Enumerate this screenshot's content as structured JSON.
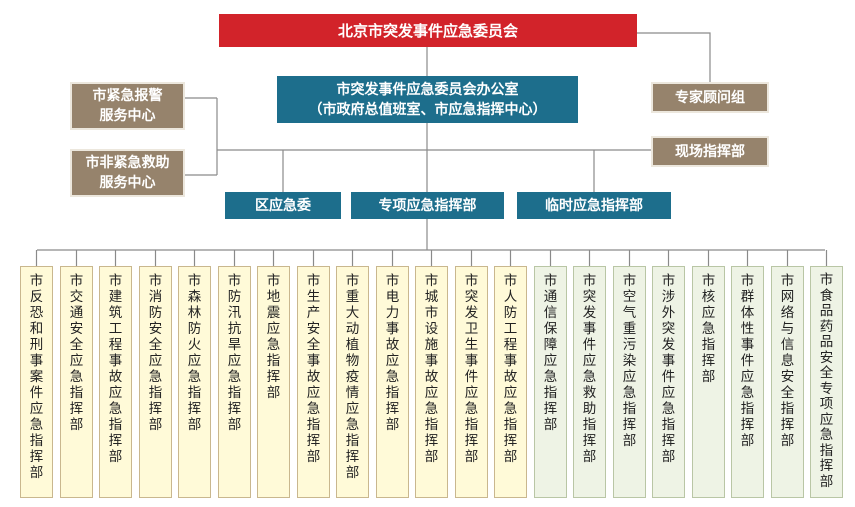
{
  "committee": "北京市突发事件应急委员会",
  "office": {
    "line1": "市突发事件应急委员会办公室",
    "line2": "（市政府总值班室、市应急指挥中心）"
  },
  "emergency_alarm_center": {
    "line1": "市紧急报警",
    "line2": "服务中心"
  },
  "non_emergency_center": {
    "line1": "市非紧急救助",
    "line2": "服务中心"
  },
  "expert_group": "专家顾问组",
  "field_command": "现场指挥部",
  "district_committee": "区应急委",
  "special_command": "专项应急指挥部",
  "temporary_command": "临时应急指挥部",
  "headquarters": [
    {
      "label": "市反恐和刑事案件应急指挥部",
      "tone": "yellow"
    },
    {
      "label": "市交通安全应急指挥部",
      "tone": "yellow"
    },
    {
      "label": "市建筑工程事故应急指挥部",
      "tone": "yellow"
    },
    {
      "label": "市消防安全应急指挥部",
      "tone": "yellow"
    },
    {
      "label": "市森林防火应急指挥部",
      "tone": "yellow"
    },
    {
      "label": "市防汛抗旱应急指挥部",
      "tone": "yellow"
    },
    {
      "label": "市地震应急指挥部",
      "tone": "yellow"
    },
    {
      "label": "市生产安全事故应急指挥部",
      "tone": "yellow"
    },
    {
      "label": "市重大动植物疫情应急指挥部",
      "tone": "yellow"
    },
    {
      "label": "市电力事故应急指挥部",
      "tone": "yellow"
    },
    {
      "label": "市城市设施事故应急指挥部",
      "tone": "yellow"
    },
    {
      "label": "市突发卫生事件应急指挥部",
      "tone": "yellow"
    },
    {
      "label": "市人防工程事故应急指挥部",
      "tone": "yellow"
    },
    {
      "label": "市通信保障应急指挥部",
      "tone": "green"
    },
    {
      "label": "市突发事件应急救助指挥部",
      "tone": "green"
    },
    {
      "label": "市空气重污染应急指挥部",
      "tone": "green"
    },
    {
      "label": "市涉外突发事件应急指挥部",
      "tone": "green"
    },
    {
      "label": "市核应急指挥部",
      "tone": "green"
    },
    {
      "label": "市群体性事件应急指挥部",
      "tone": "green"
    },
    {
      "label": "市网络与信息安全指挥部",
      "tone": "green"
    },
    {
      "label": "市食品药品安全专项应急指挥部",
      "tone": "green"
    }
  ]
}
